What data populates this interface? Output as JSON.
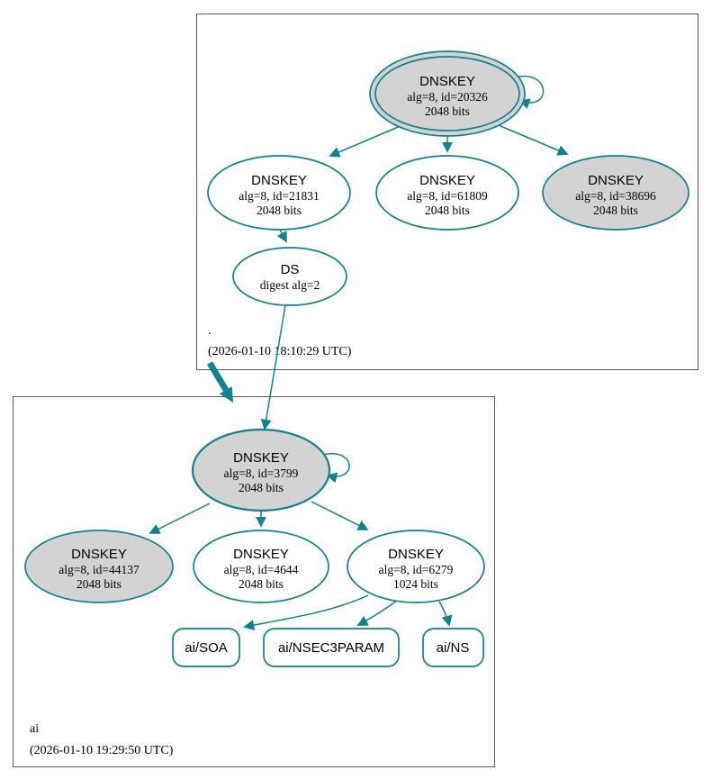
{
  "diagram": {
    "kind": "dnssec-authentication-chain-graph",
    "colors": {
      "edge": "#12818f",
      "sep_fill": "#d3d3d3",
      "node_fill": "#ffffff",
      "box_border": "#5b5b5b",
      "text": "#000000"
    },
    "zones": {
      "root": {
        "label": ".",
        "timestamp": "(2026-01-10 18:10:29 UTC)"
      },
      "ai": {
        "label": "ai",
        "timestamp": "(2026-01-10 19:29:50 UTC)"
      }
    },
    "nodes": {
      "root_ksk": {
        "title": "DNSKEY",
        "detail": "alg=8, id=20326",
        "size": "2048 bits"
      },
      "root_key_21831": {
        "title": "DNSKEY",
        "detail": "alg=8, id=21831",
        "size": "2048 bits"
      },
      "root_key_61809": {
        "title": "DNSKEY",
        "detail": "alg=8, id=61809",
        "size": "2048 bits"
      },
      "root_key_38696": {
        "title": "DNSKEY",
        "detail": "alg=8, id=38696",
        "size": "2048 bits"
      },
      "root_ds": {
        "title": "DS",
        "detail": "digest alg=2"
      },
      "ai_ksk": {
        "title": "DNSKEY",
        "detail": "alg=8, id=3799",
        "size": "2048 bits"
      },
      "ai_key_44137": {
        "title": "DNSKEY",
        "detail": "alg=8, id=44137",
        "size": "2048 bits"
      },
      "ai_key_4644": {
        "title": "DNSKEY",
        "detail": "alg=8, id=4644",
        "size": "2048 bits"
      },
      "ai_key_6279": {
        "title": "DNSKEY",
        "detail": "alg=8, id=6279",
        "size": "1024 bits"
      },
      "ai_soa": {
        "label": "ai/SOA"
      },
      "ai_nsec3param": {
        "label": "ai/NSEC3PARAM"
      },
      "ai_ns": {
        "label": "ai/NS"
      }
    }
  }
}
